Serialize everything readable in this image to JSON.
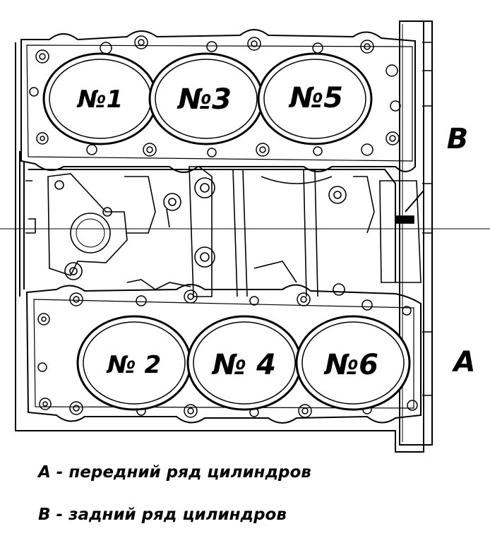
{
  "cylinders": {
    "c1": "№1",
    "c3": "№3",
    "c5": "№5",
    "c2": "№ 2",
    "c4": "№ 4",
    "c6": "№6"
  },
  "banks": {
    "rear": "B",
    "front": "A"
  },
  "legend": {
    "line_a": "A - передний ряд цилиндров",
    "line_b": "B - задний ряд цилиндров"
  }
}
